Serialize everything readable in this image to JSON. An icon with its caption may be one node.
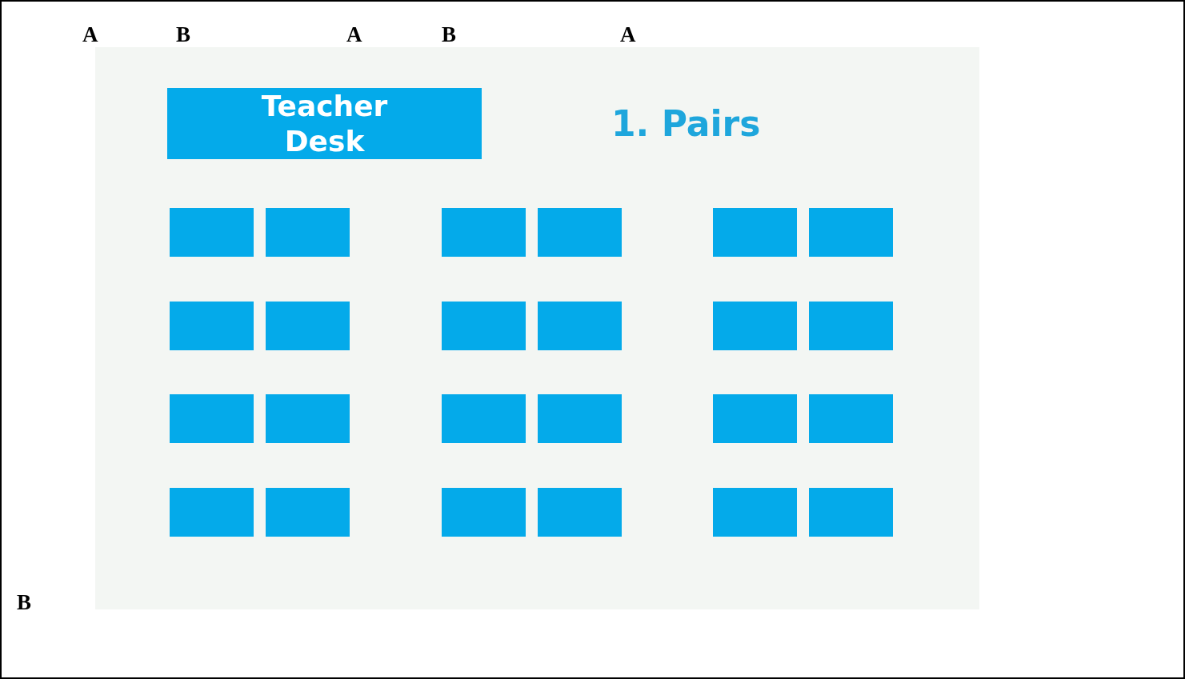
{
  "diagram": {
    "nodes": [
      {
        "text": [
          "1. Pairs"
        ]
      },
      {
        "text": [
          "Teacher Desk"
        ],
        "in": 0
      },
      {
        "text": [],
        "shape": "box",
        "in": 0
      },
      {
        "text": [],
        "shape": "box",
        "in": 0
      },
      {
        "text": [],
        "shape": "box",
        "in": 0
      },
      {
        "text": [],
        "shape": "box",
        "in": 0
      },
      {
        "text": [],
        "shape": "box",
        "in": 0
      },
      {
        "text": [],
        "shape": "box",
        "in": 0
      },
      {
        "text": [],
        "shape": "box",
        "in": 0
      },
      {
        "text": [],
        "shape": "box",
        "in": 0
      },
      {
        "text": [],
        "shape": "box",
        "in": 0
      },
      {
        "text": [],
        "shape": "box",
        "in": 0
      },
      {
        "text": [],
        "shape": "box",
        "in": 0
      },
      {
        "text": [],
        "shape": "box",
        "in": 0
      },
      {
        "text": [],
        "shape": "box",
        "in": 0
      },
      {
        "text": [],
        "shape": "box",
        "in": 0
      },
      {
        "text": [],
        "shape": "box",
        "in": 0
      },
      {
        "text": [],
        "shape": "box",
        "in": 0
      },
      {
        "text": [],
        "shape": "box",
        "in": 0
      },
      {
        "text": [],
        "shape": "box",
        "in": 0
      },
      {
        "text": [],
        "shape": "box",
        "in": 0
      },
      {
        "text": [],
        "shape": "box",
        "in": 0
      },
      {
        "text": [],
        "shape": "box",
        "in": 0
      },
      {
        "text": [],
        "shape": "box",
        "in": 0
      },
      {
        "text": [],
        "shape": "box",
        "in": 0
      },
      {
        "text": [],
        "shape": "box",
        "in": 0
      }
    ],
    "labels": [
      "A",
      "B",
      "A",
      "B",
      "A",
      "B"
    ]
  }
}
